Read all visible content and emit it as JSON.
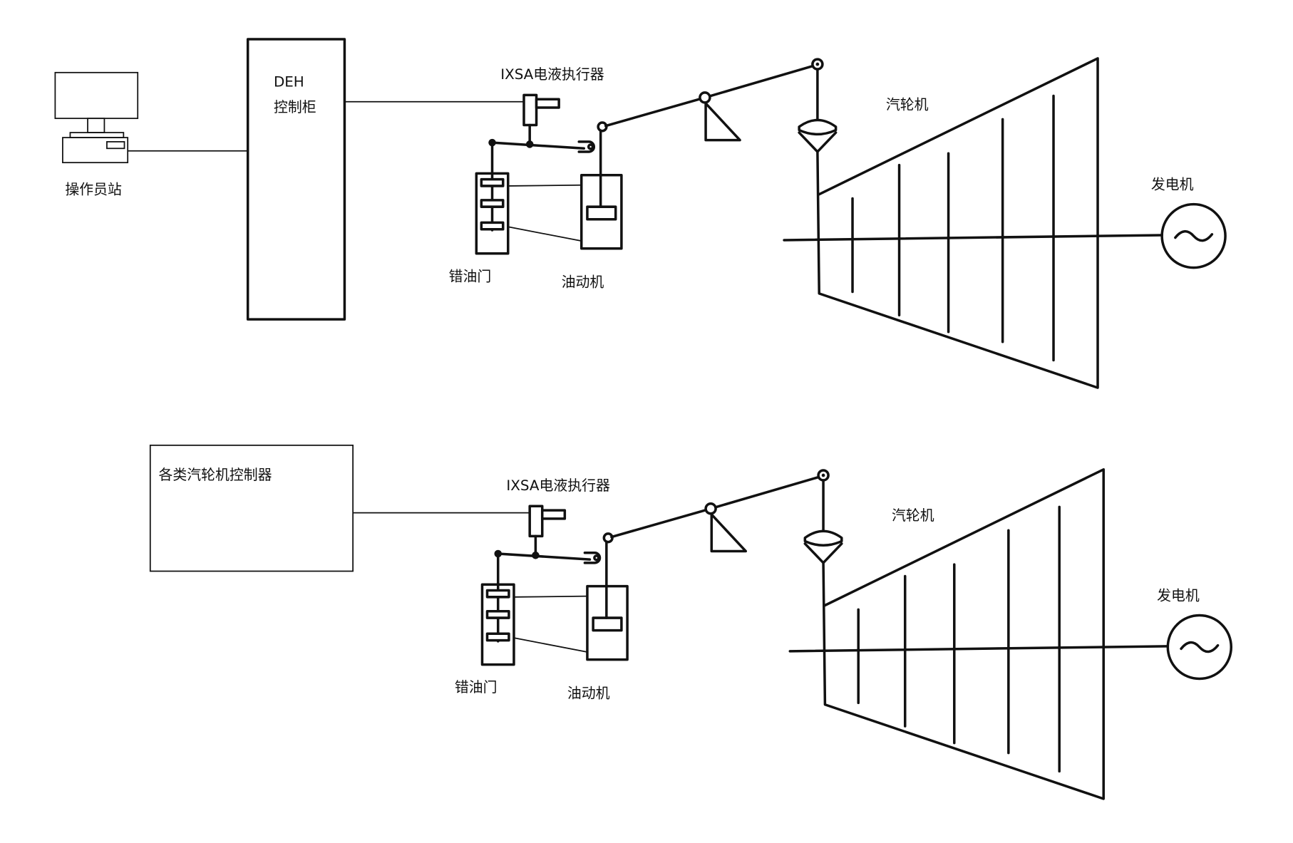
{
  "top": {
    "operator_station": "操作员站",
    "cabinet_line1": "DEH",
    "cabinet_line2": "控制柜",
    "actuator": "IXSA电液执行器",
    "pilot_valve": "错油门",
    "servomotor": "油动机",
    "turbine": "汽轮机",
    "generator": "发电机"
  },
  "bottom": {
    "controller": "各类汽轮机控制器",
    "actuator": "IXSA电液执行器",
    "pilot_valve": "错油门",
    "servomotor": "油动机",
    "turbine": "汽轮机",
    "generator": "发电机"
  },
  "colors": {
    "stroke": "#111111",
    "background": "#ffffff"
  }
}
